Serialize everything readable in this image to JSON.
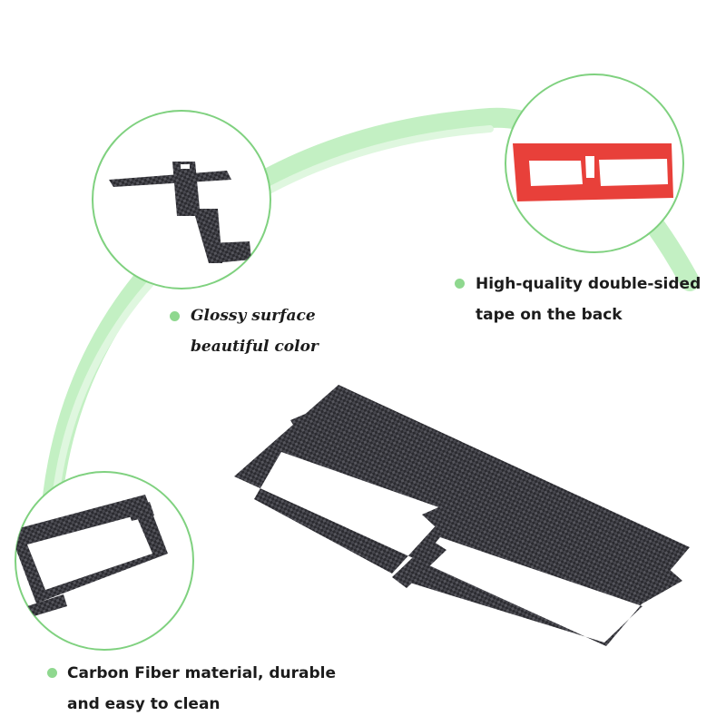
{
  "colors": {
    "arc": "#b6ecb6",
    "circle_border": "#7fd17f",
    "bullet": "#8fd88f",
    "carbon_dark": "#2e2e33",
    "carbon_light": "#5a5a60",
    "tape_red": "#e8403a"
  },
  "features": [
    {
      "lines": [
        "Glossy surface",
        "beautiful color"
      ]
    },
    {
      "lines": [
        "High-quality double-sided",
        "tape on the back"
      ]
    },
    {
      "lines": [
        "Carbon Fiber material, durable",
        "and easy to clean"
      ]
    }
  ]
}
